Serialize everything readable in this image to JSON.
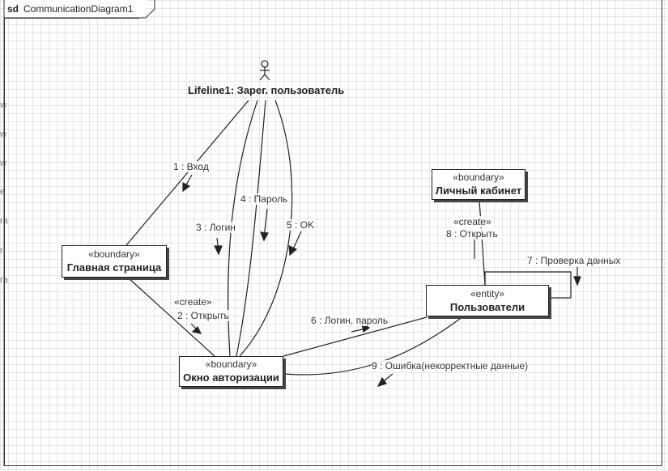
{
  "frame": {
    "keyword": "sd",
    "title": "CommunicationDiagram1"
  },
  "actor": {
    "name": "Lifeline1: Зарег. пользователь"
  },
  "objects": {
    "main_page": {
      "stereotype": "«boundary»",
      "name": "Главная страница"
    },
    "auth_window": {
      "stereotype": "«boundary»",
      "name": "Окно авторизации"
    },
    "cabinet": {
      "stereotype": "«boundary»",
      "name": "Личный кабинет"
    },
    "users": {
      "stereotype": "«entity»",
      "name": "Пользователи"
    }
  },
  "messages": {
    "m1": "1 : Вход",
    "m2_stereo": "«create»",
    "m2": "2 : Открыть",
    "m3": "3 : Логин",
    "m4": "4 : Пароль",
    "m5": "5 : OK",
    "m6": "6 : Логин, пароль",
    "m7": "7 : Проверка данных",
    "m8_stereo": "«create»",
    "m8": "8 : Открыть",
    "m9": "9 : Ошибка(некорректные данные)"
  },
  "edge_fragments": [
    "w",
    "w",
    "w",
    "e",
    "ra",
    "r",
    "ra"
  ]
}
